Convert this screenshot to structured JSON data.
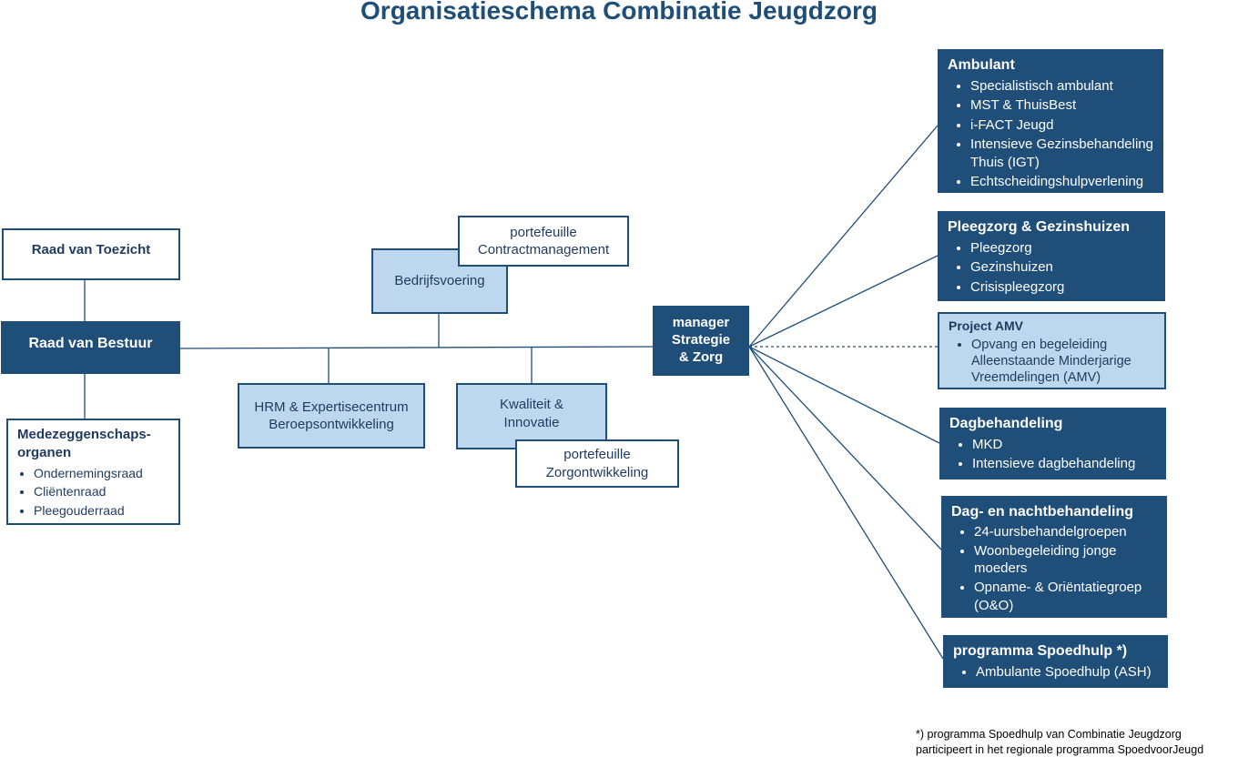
{
  "title": "Organisatieschema Combinatie Jeugdzorg",
  "governance": {
    "rvt": "Raad van Toezicht",
    "rvb": "Raad van Bestuur",
    "medezeggenschap": {
      "heading": "Medezeggenschaps-\norganen",
      "items": [
        "Ondernemingsraad",
        "Cliëntenraad",
        "Pleegouderraad"
      ]
    }
  },
  "staff": {
    "bedrijfsvoering": "Bedrijfsvoering",
    "contractmanagement": "portefeuille\nContractmanagement",
    "hrm": "HRM & Expertisecentrum\nBeroepsontwikkeling",
    "kwaliteit": "Kwaliteit &\nInnovatie",
    "zorgontwikkeling": "portefeuille\nZorgontwikkeling"
  },
  "manager": "manager\nStrategie\n& Zorg",
  "units": {
    "ambulant": {
      "heading": "Ambulant",
      "items": [
        "Specialistisch ambulant",
        "MST & ThuisBest",
        "i-FACT Jeugd",
        "Intensieve Gezinsbehandeling Thuis (IGT)",
        "Echtscheidingshulpverlening"
      ]
    },
    "pleegzorg": {
      "heading": "Pleegzorg & Gezinshuizen",
      "items": [
        "Pleegzorg",
        "Gezinshuizen",
        "Crisispleegzorg"
      ]
    },
    "amv": {
      "heading": "Project AMV",
      "items": [
        "Opvang en begeleiding Alleenstaande Minderjarige Vreemdelingen (AMV)"
      ]
    },
    "dagbehandeling": {
      "heading": "Dagbehandeling",
      "items": [
        "MKD",
        "Intensieve dagbehandeling"
      ]
    },
    "dagnacht": {
      "heading": "Dag- en nachtbehandeling",
      "items": [
        "24-uursbehandelgroepen",
        "Woonbegeleiding jonge moeders",
        "Opname- & Oriëntatiegroep (O&O)"
      ]
    },
    "spoedhulp": {
      "heading": "programma Spoedhulp *)",
      "items": [
        "Ambulante Spoedhulp (ASH)"
      ]
    }
  },
  "footnote": {
    "line1": "*) programma Spoedhulp van Combinatie Jeugdzorg",
    "line2": "participeert in het regionale programma SpoedvoorJeugd"
  },
  "colors": {
    "dark": "#1f4e79",
    "light": "#bdd7ee",
    "title": "#1f4e79"
  }
}
